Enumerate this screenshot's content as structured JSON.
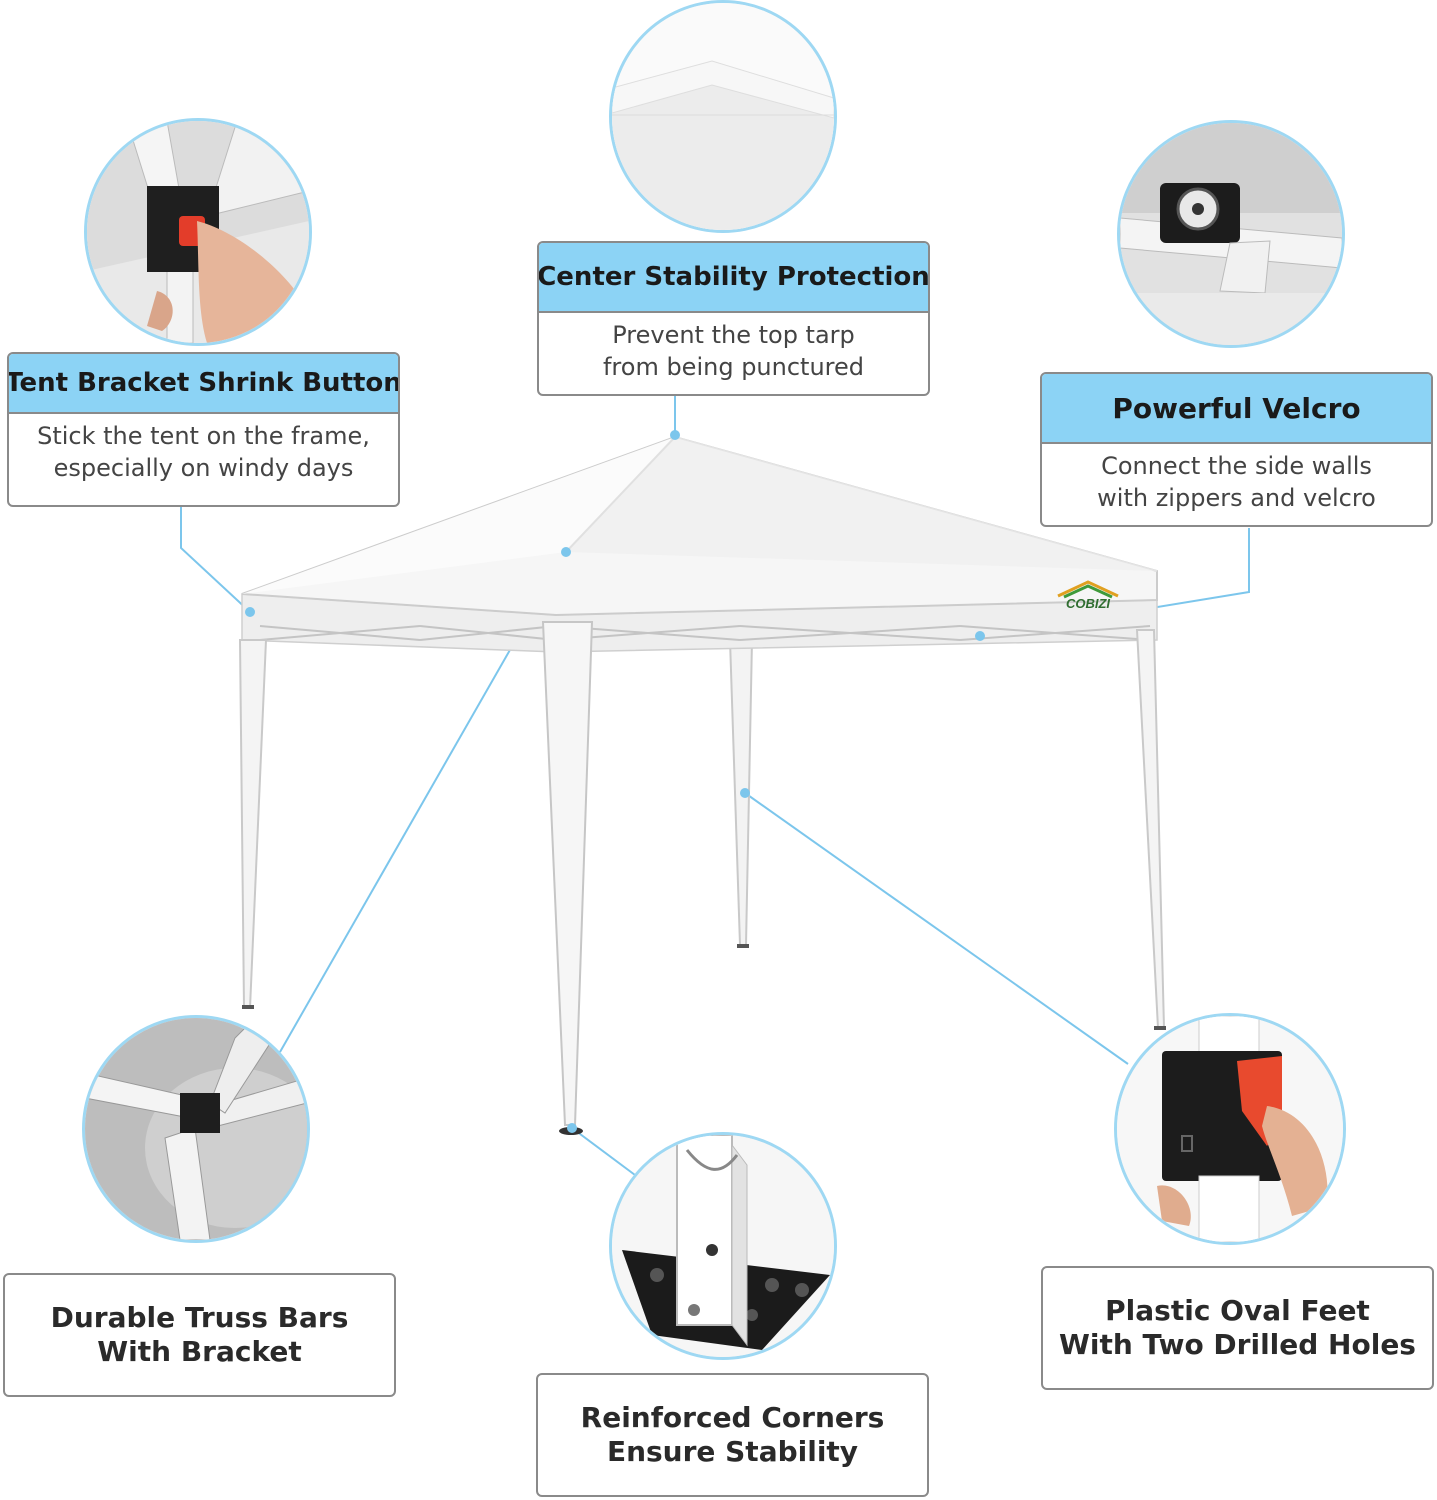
{
  "brand": {
    "logo_text": "COBIZI"
  },
  "colors": {
    "header_fill": "#8cd3f5",
    "leader_line": "#7cc6ec",
    "box_border": "#8a8a8a",
    "canopy": "#f4f4f4",
    "accent_red": "#e33d2a"
  },
  "features": {
    "shrink_button": {
      "title": "Tent Bracket Shrink Button",
      "lines": [
        "Stick the tent on the frame,",
        "especially on windy days"
      ]
    },
    "center_stability": {
      "title": "Center Stability Protection",
      "lines": [
        "Prevent the top tarp",
        "from being punctured"
      ]
    },
    "velcro": {
      "title": "Powerful Velcro",
      "lines": [
        "Connect the side walls",
        "with zippers and velcro"
      ]
    },
    "truss_bars": {
      "lines": [
        "Durable Truss Bars",
        "With Bracket"
      ]
    },
    "reinforced_corners": {
      "lines": [
        "Reinforced Corners",
        "Ensure Stability"
      ]
    },
    "oval_feet": {
      "lines": [
        "Plastic Oval Feet",
        "With Two Drilled Holes"
      ]
    }
  }
}
